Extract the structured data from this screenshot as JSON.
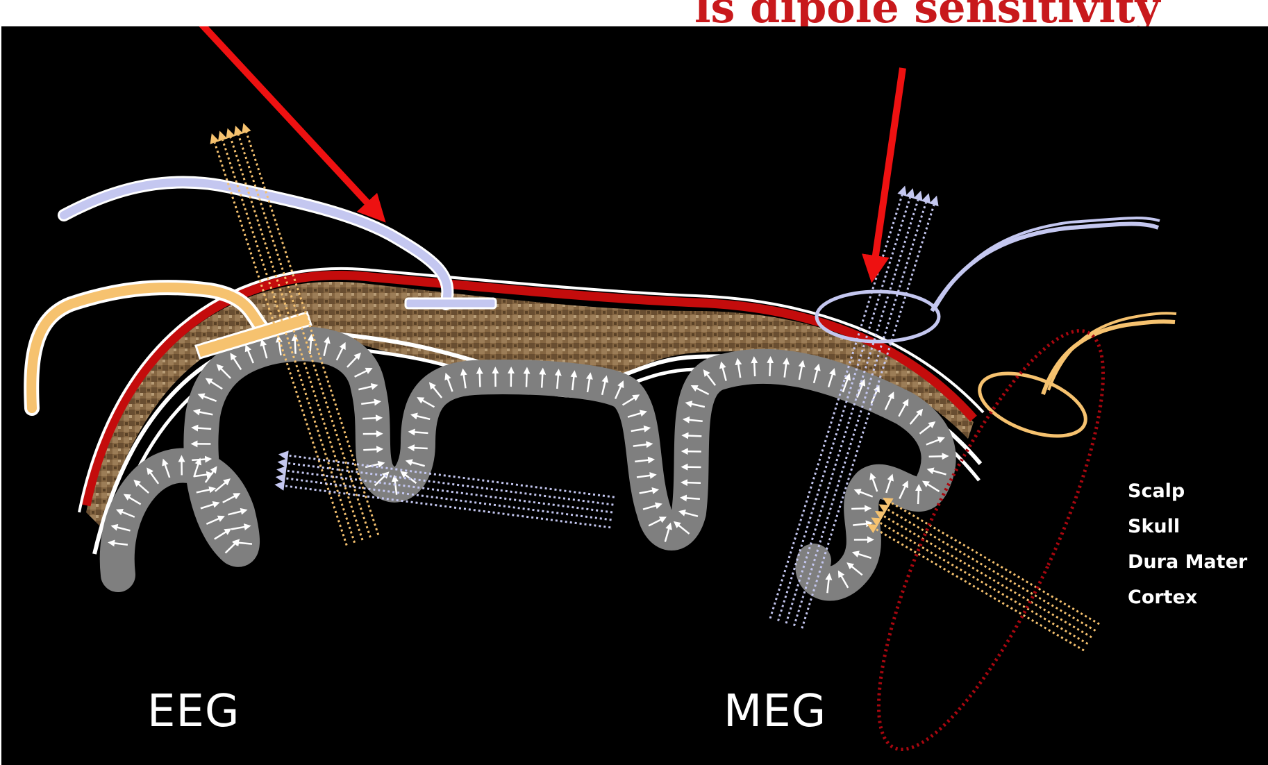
{
  "caption_top": "ls dipole sensitivity",
  "labels": {
    "eeg": "EEG",
    "meg": "MEG"
  },
  "layers": [
    "Scalp",
    "Skull",
    "Dura Mater",
    "Cortex"
  ],
  "colors": {
    "background": "#000000",
    "annotation_arrow": "#ee1111",
    "scalp_band": "#c40c0c",
    "skull_fill": "#8c6b45",
    "cortex_fill": "#7f7f7f",
    "field_orange": "#f6c26f",
    "field_lavender": "#c4c7f0",
    "dipole_outline": "#a8070f"
  },
  "icons": {
    "eeg_electrode": "eeg-electrode-icon",
    "meg_coil": "meg-coil-icon",
    "dipole_arrow": "dipole-arrow-icon"
  }
}
